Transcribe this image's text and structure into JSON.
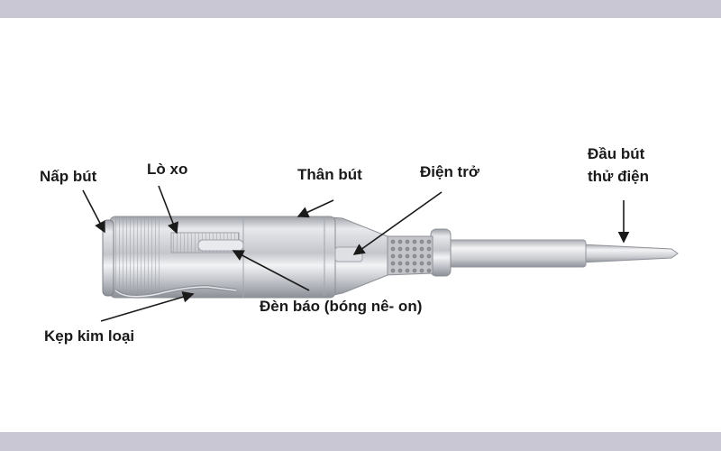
{
  "labels": {
    "cap": "Nấp bút",
    "spring": "Lò xo",
    "body": "Thân bút",
    "resistor": "Điện trở",
    "tip_line1": "Đầu bút",
    "tip_line2": "thử điện",
    "lamp": "Đèn báo (bóng nê- on)",
    "clip": "Kẹp kim loại"
  },
  "colors": {
    "frame": "#c8c7d3",
    "text": "#1a1a1a",
    "metal": "#b9bcc4"
  }
}
